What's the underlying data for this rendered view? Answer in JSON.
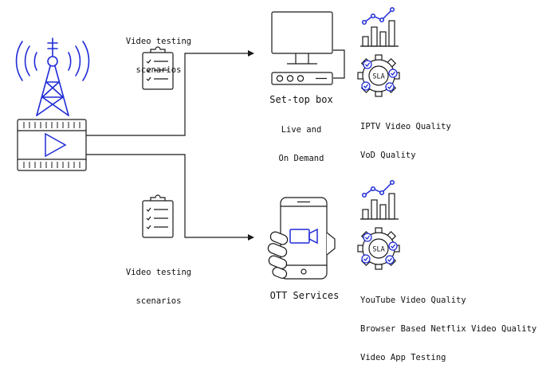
{
  "labels": {
    "scenario_top_1": "Video testing",
    "scenario_top_2": "scenarios",
    "scenario_bottom_1": "Video testing",
    "scenario_bottom_2": "scenarios",
    "settop_title": "Set-top box",
    "settop_sub_1": "Live and",
    "settop_sub_2": "On Demand",
    "iptv_line_1": "IPTV Video Quality",
    "iptv_line_2": "VoD Quality",
    "ott_title": "OTT Services",
    "ott_line_1": "YouTube Video Quality",
    "ott_line_2": "Browser Based Netflix Video Quality",
    "ott_line_3": "Video App Testing",
    "sla_top": "SLA",
    "sla_bottom": "SLA"
  },
  "colors": {
    "line": "#1a1a1a",
    "accent": "#1f2bd6"
  },
  "icons": [
    "broadcast-tower-icon",
    "video-player-icon",
    "clipboard-checklist-icon",
    "set-top-box-icon",
    "smartphone-video-icon",
    "bar-chart-trend-icon",
    "sla-gear-icon"
  ]
}
